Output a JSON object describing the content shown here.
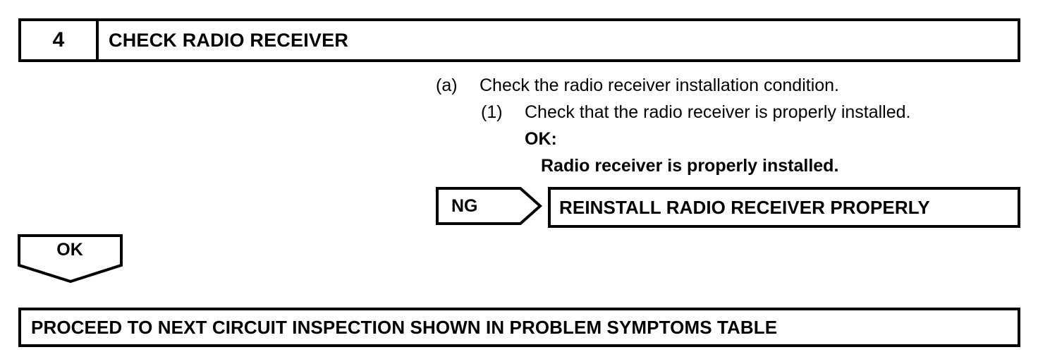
{
  "step": {
    "number": "4",
    "title": "CHECK RADIO RECEIVER"
  },
  "procedure": {
    "item_a": {
      "marker": "(a)",
      "text": "Check the radio receiver installation condition."
    },
    "item_1": {
      "marker": "(1)",
      "text": "Check that the radio receiver is properly installed."
    },
    "ok_label": "OK:",
    "ok_value": "Radio receiver is properly installed."
  },
  "branches": {
    "ng": {
      "tag": "NG",
      "result": "REINSTALL RADIO RECEIVER PROPERLY"
    },
    "ok": {
      "tag": "OK"
    }
  },
  "outcome": {
    "text": "PROCEED TO NEXT CIRCUIT INSPECTION SHOWN IN PROBLEM SYMPTOMS TABLE"
  },
  "colors": {
    "ink": "#000000",
    "paper": "#ffffff"
  }
}
